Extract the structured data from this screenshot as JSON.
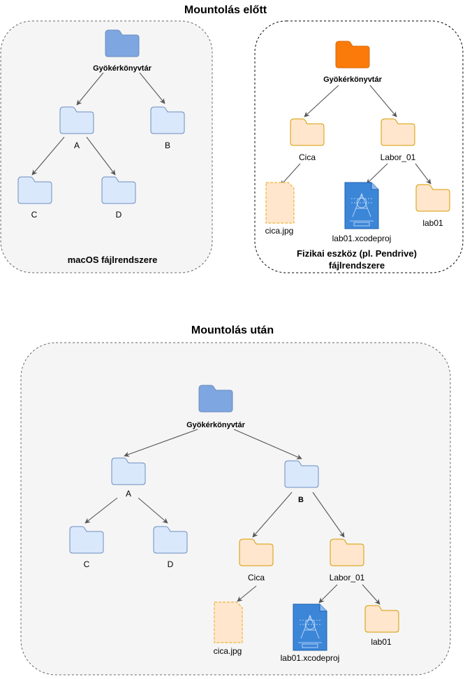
{
  "titles": {
    "before": "Mountolás előtt",
    "after": "Mountolás után"
  },
  "captions": {
    "macos": "macOS fájlrendszere",
    "device_line1": "Fizikai eszköz (pl. Pendrive)",
    "device_line2": "fájlrendszere"
  },
  "before_macos": {
    "root": "Gyökérkönyvtár",
    "a": "A",
    "b": "B",
    "c": "C",
    "d": "D"
  },
  "before_device": {
    "root": "Gyökérkönyvtár",
    "cica": "Cica",
    "labor": "Labor_01",
    "cica_file": "cica.jpg",
    "xcodeproj": "lab01.xcodeproj",
    "lab01": "lab01"
  },
  "after": {
    "root": "Gyökérkönyvtár",
    "a": "A",
    "b": "B",
    "c": "C",
    "d": "D",
    "cica": "Cica",
    "labor": "Labor_01",
    "cica_file": "cica.jpg",
    "xcodeproj": "lab01.xcodeproj",
    "lab01": "lab01"
  },
  "colors": {
    "root_blue": "#7ea6e0",
    "folder_blue": "#dae8fc",
    "root_orange": "#fa7a0a",
    "folder_orange": "#ffe6cc",
    "xcode_blue": "#3c86d8"
  },
  "icons": {
    "folder": "folder-icon",
    "file": "file-icon",
    "xcode": "xcode-project-icon"
  }
}
